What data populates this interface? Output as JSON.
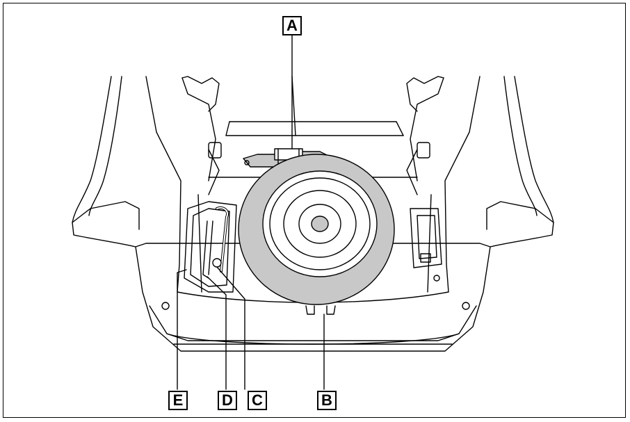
{
  "diagram": {
    "callouts": {
      "a": "A",
      "b": "B",
      "c": "C",
      "d": "D",
      "e": "E"
    },
    "colors": {
      "line": "#000000",
      "tire_fill": "#c8c8c8",
      "background": "#ffffff"
    }
  }
}
